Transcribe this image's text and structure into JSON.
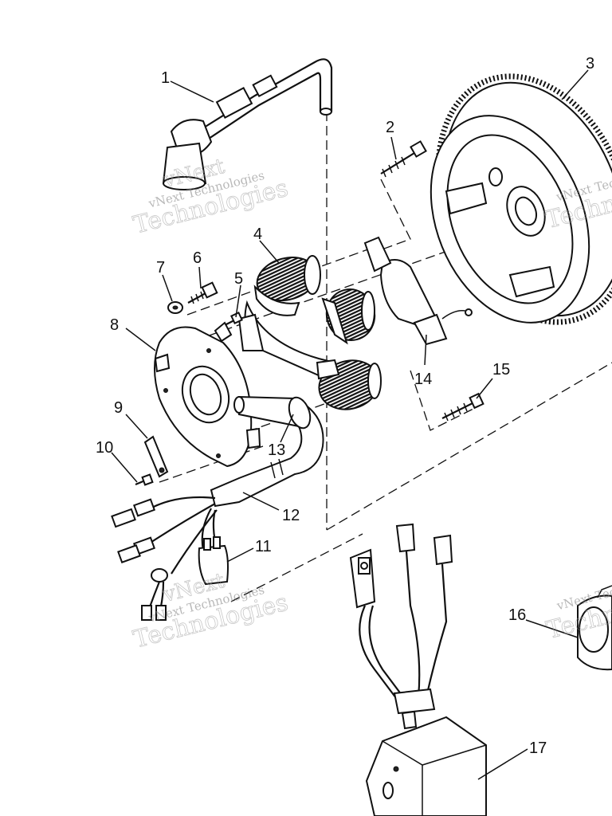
{
  "diagram": {
    "callouts": [
      {
        "id": "1",
        "label": "1"
      },
      {
        "id": "2",
        "label": "2"
      },
      {
        "id": "3",
        "label": "3"
      },
      {
        "id": "4",
        "label": "4"
      },
      {
        "id": "5",
        "label": "5"
      },
      {
        "id": "6",
        "label": "6"
      },
      {
        "id": "7",
        "label": "7"
      },
      {
        "id": "8",
        "label": "8"
      },
      {
        "id": "9",
        "label": "9"
      },
      {
        "id": "10",
        "label": "10"
      },
      {
        "id": "11",
        "label": "11"
      },
      {
        "id": "12",
        "label": "12"
      },
      {
        "id": "13",
        "label": "13"
      },
      {
        "id": "14",
        "label": "14"
      },
      {
        "id": "15",
        "label": "15"
      },
      {
        "id": "16",
        "label": "16"
      },
      {
        "id": "17",
        "label": "17"
      }
    ]
  },
  "watermark": {
    "brand": "vNext",
    "company": "vNext Technologies",
    "word": "Technologies"
  }
}
